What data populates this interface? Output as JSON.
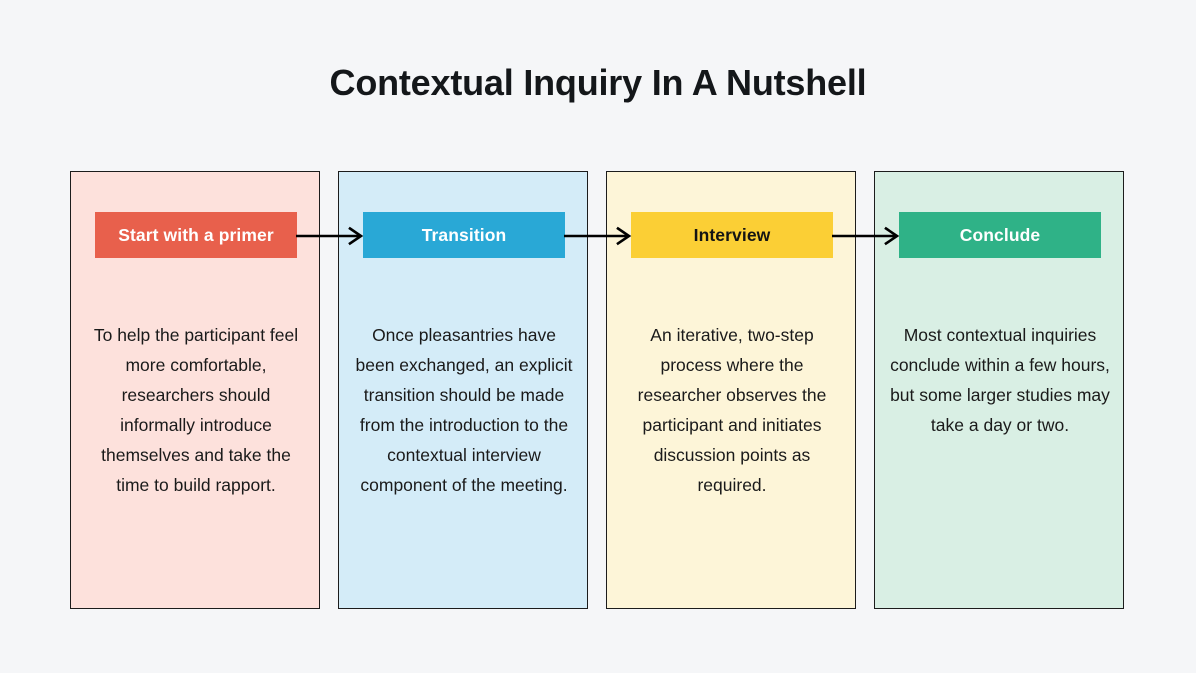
{
  "page": {
    "title": "Contextual Inquiry In A Nutshell",
    "background_color": "#f5f6f8"
  },
  "diagram": {
    "type": "process-flow",
    "orientation": "horizontal",
    "step_count": 4,
    "connector_icon": "arrow-right-icon",
    "steps": [
      {
        "label": "Start with a primer",
        "body": "To help the participant feel more comfortable, researchers should informally introduce themselves and take the time to build rapport.",
        "header_color": "#e8604c",
        "header_text_color": "#ffffff",
        "card_color": "#fde1dc"
      },
      {
        "label": "Transition",
        "body": "Once pleasantries have been exchanged, an explicit transition should be made from the introduction to the contextual interview component of the meeting.",
        "header_color": "#29a8d6",
        "header_text_color": "#ffffff",
        "card_color": "#d4ecf8"
      },
      {
        "label": "Interview",
        "body": "An iterative, two-step process where the researcher observes the participant and initiates discussion points as required.",
        "header_color": "#fbcf35",
        "header_text_color": "#141414",
        "card_color": "#fdf5d8"
      },
      {
        "label": "Conclude",
        "body": "Most contextual inquiries conclude within a few hours, but some larger studies may take a day or two.",
        "header_color": "#2fb287",
        "header_text_color": "#ffffff",
        "card_color": "#d9efe4"
      }
    ],
    "connectors": [
      {
        "from": "Start with a primer",
        "to": "Transition"
      },
      {
        "from": "Transition",
        "to": "Interview"
      },
      {
        "from": "Interview",
        "to": "Conclude"
      }
    ]
  }
}
